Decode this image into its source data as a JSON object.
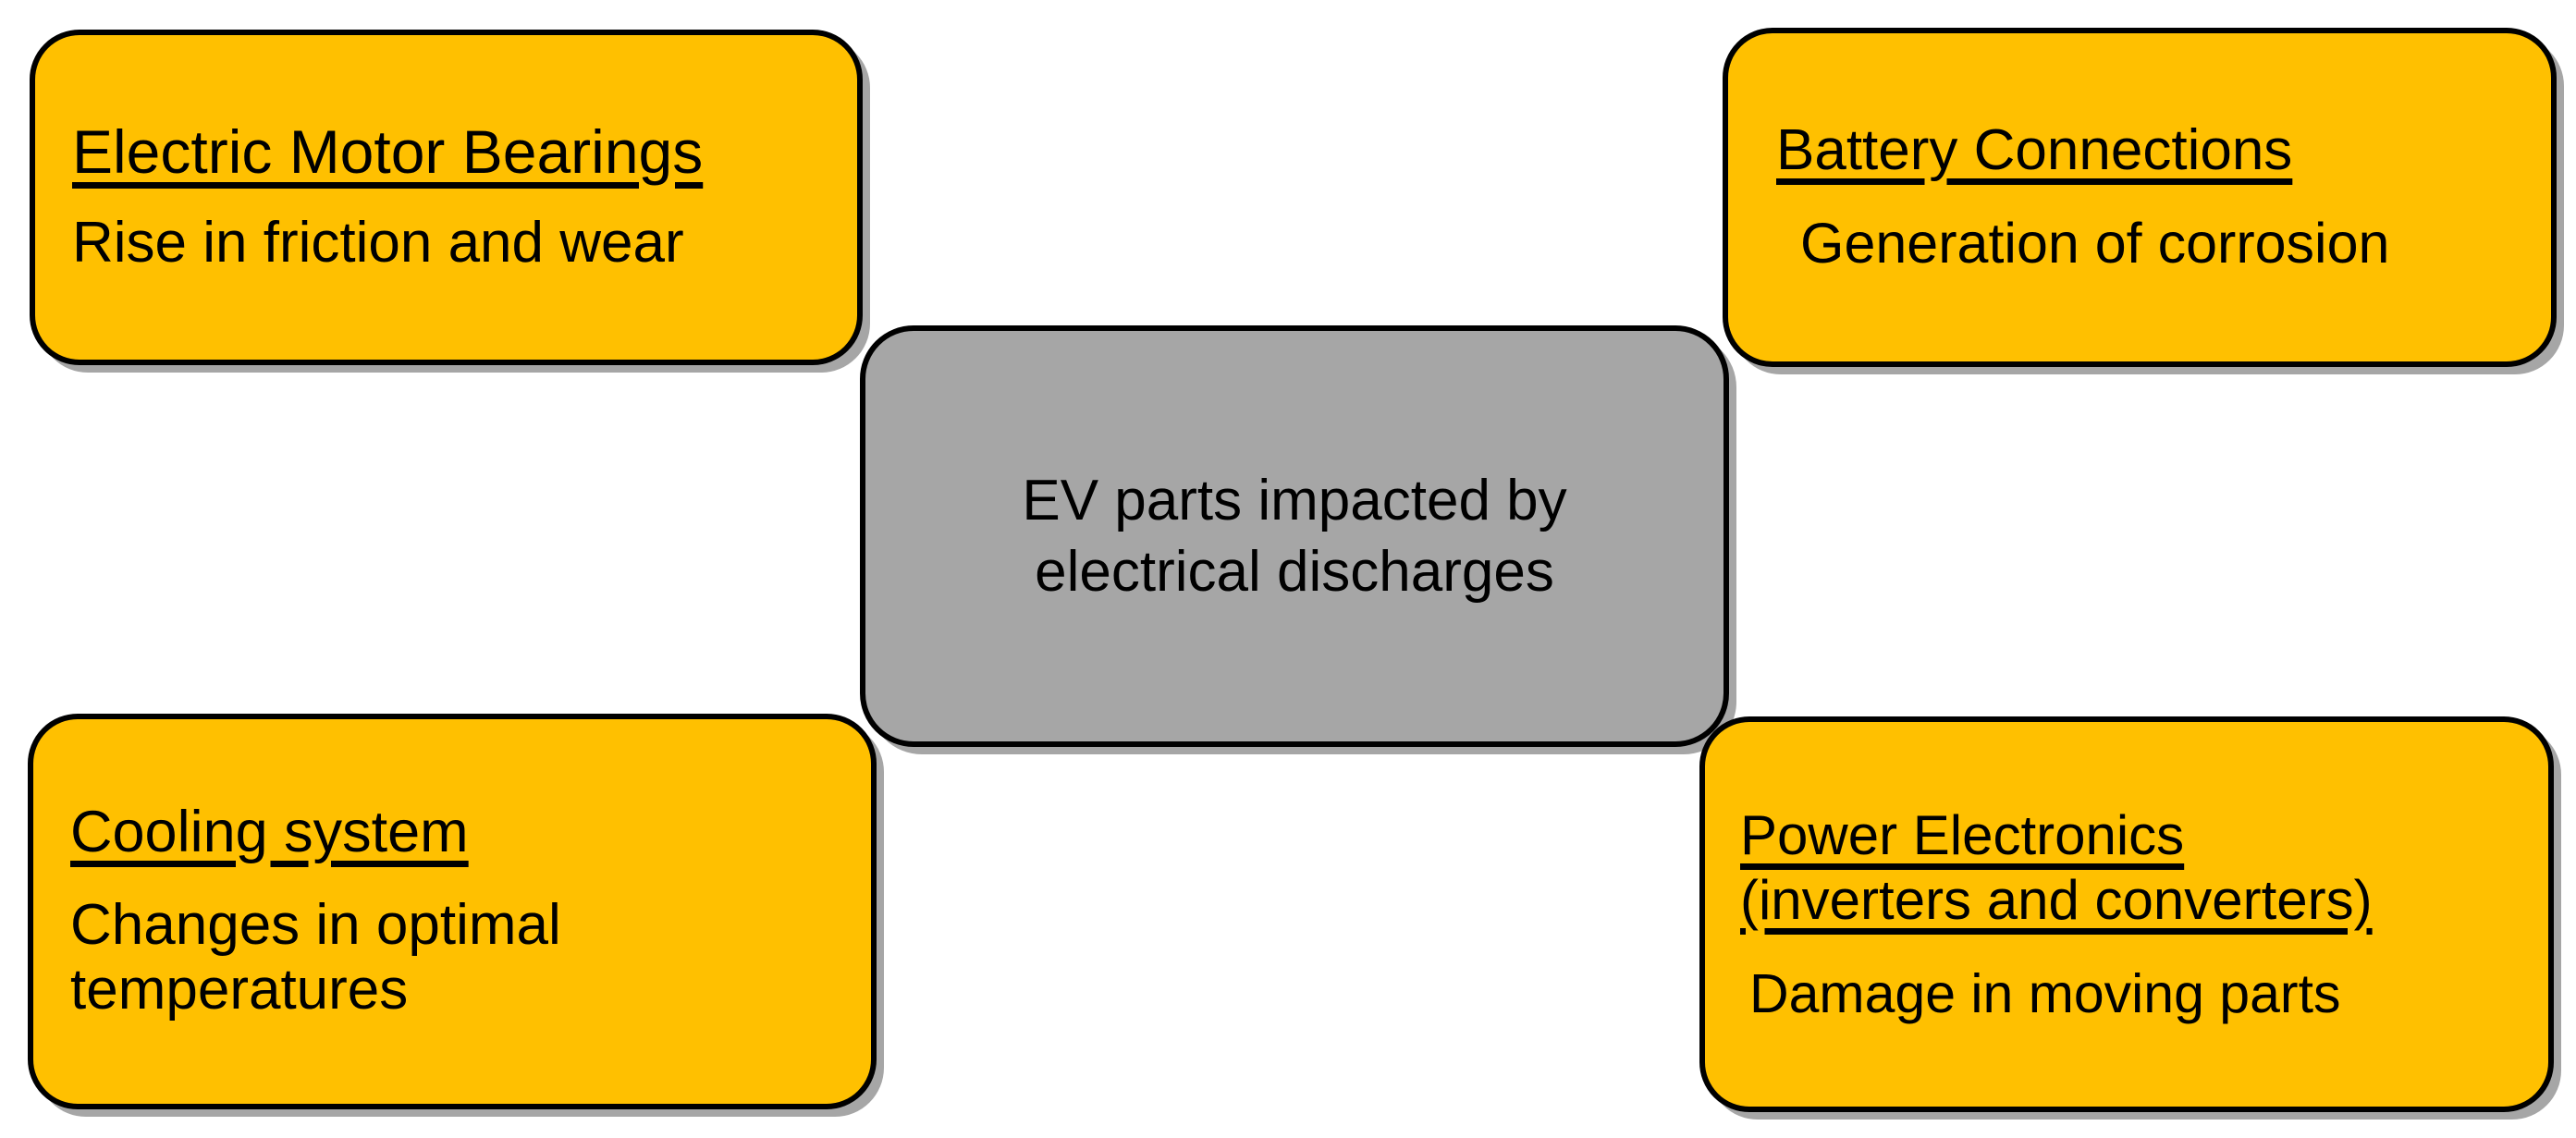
{
  "diagram": {
    "type": "radial-hub-and-spoke",
    "background_color": "#FFFFFF",
    "center": {
      "name": "center-hub",
      "text": "EV parts impacted by\nelectrical discharges",
      "fill_color": "#A6A6A6",
      "border_color": "#000000"
    },
    "nodes": [
      {
        "name": "electric-motor-bearings",
        "position": "top-left",
        "title": "Electric Motor Bearings",
        "body": "Rise in friction and wear",
        "fill_color": "#FFC000",
        "border_color": "#000000"
      },
      {
        "name": "battery-connections",
        "position": "top-right",
        "title": "Battery Connections",
        "body": "Generation of corrosion",
        "fill_color": "#FFC000",
        "border_color": "#000000"
      },
      {
        "name": "cooling-system",
        "position": "bottom-left",
        "title": "Cooling system",
        "body": "Changes in optimal\ntemperatures",
        "fill_color": "#FFC000",
        "border_color": "#000000"
      },
      {
        "name": "power-electronics",
        "position": "bottom-right",
        "title": "Power Electronics\n(inverters and converters)",
        "body": "Damage in moving parts",
        "fill_color": "#FFC000",
        "border_color": "#000000"
      }
    ]
  }
}
